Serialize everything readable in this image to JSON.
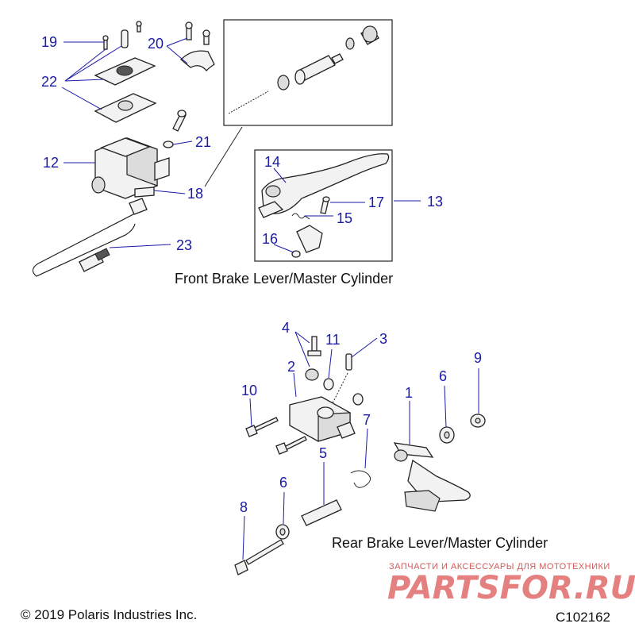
{
  "diagram": {
    "callouts": {
      "c1": "1",
      "c2": "2",
      "c3": "3",
      "c4": "4",
      "c5": "5",
      "c6a": "6",
      "c6b": "6",
      "c7": "7",
      "c8": "8",
      "c9": "9",
      "c10": "10",
      "c11": "11",
      "c12": "12",
      "c13": "13",
      "c14": "14",
      "c15": "15",
      "c16": "16",
      "c17": "17",
      "c18": "18",
      "c19": "19",
      "c20": "20",
      "c21": "21",
      "c22": "22",
      "c23": "23"
    },
    "front_caption": "Front Brake Lever/Master Cylinder",
    "rear_caption": "Rear Brake Lever/Master Cylinder"
  },
  "footer": {
    "copyright": "© 2019 Polaris Industries Inc.",
    "code": "C102162"
  },
  "watermark": {
    "tagline": "ЗАПЧАСТИ И АКСЕССУАРЫ ДЛЯ МОТОТЕХНИКИ",
    "brand": "PARTSFOR.RU"
  },
  "colors": {
    "callout": "#1a1aa8",
    "watermark": "#e06a6a"
  }
}
